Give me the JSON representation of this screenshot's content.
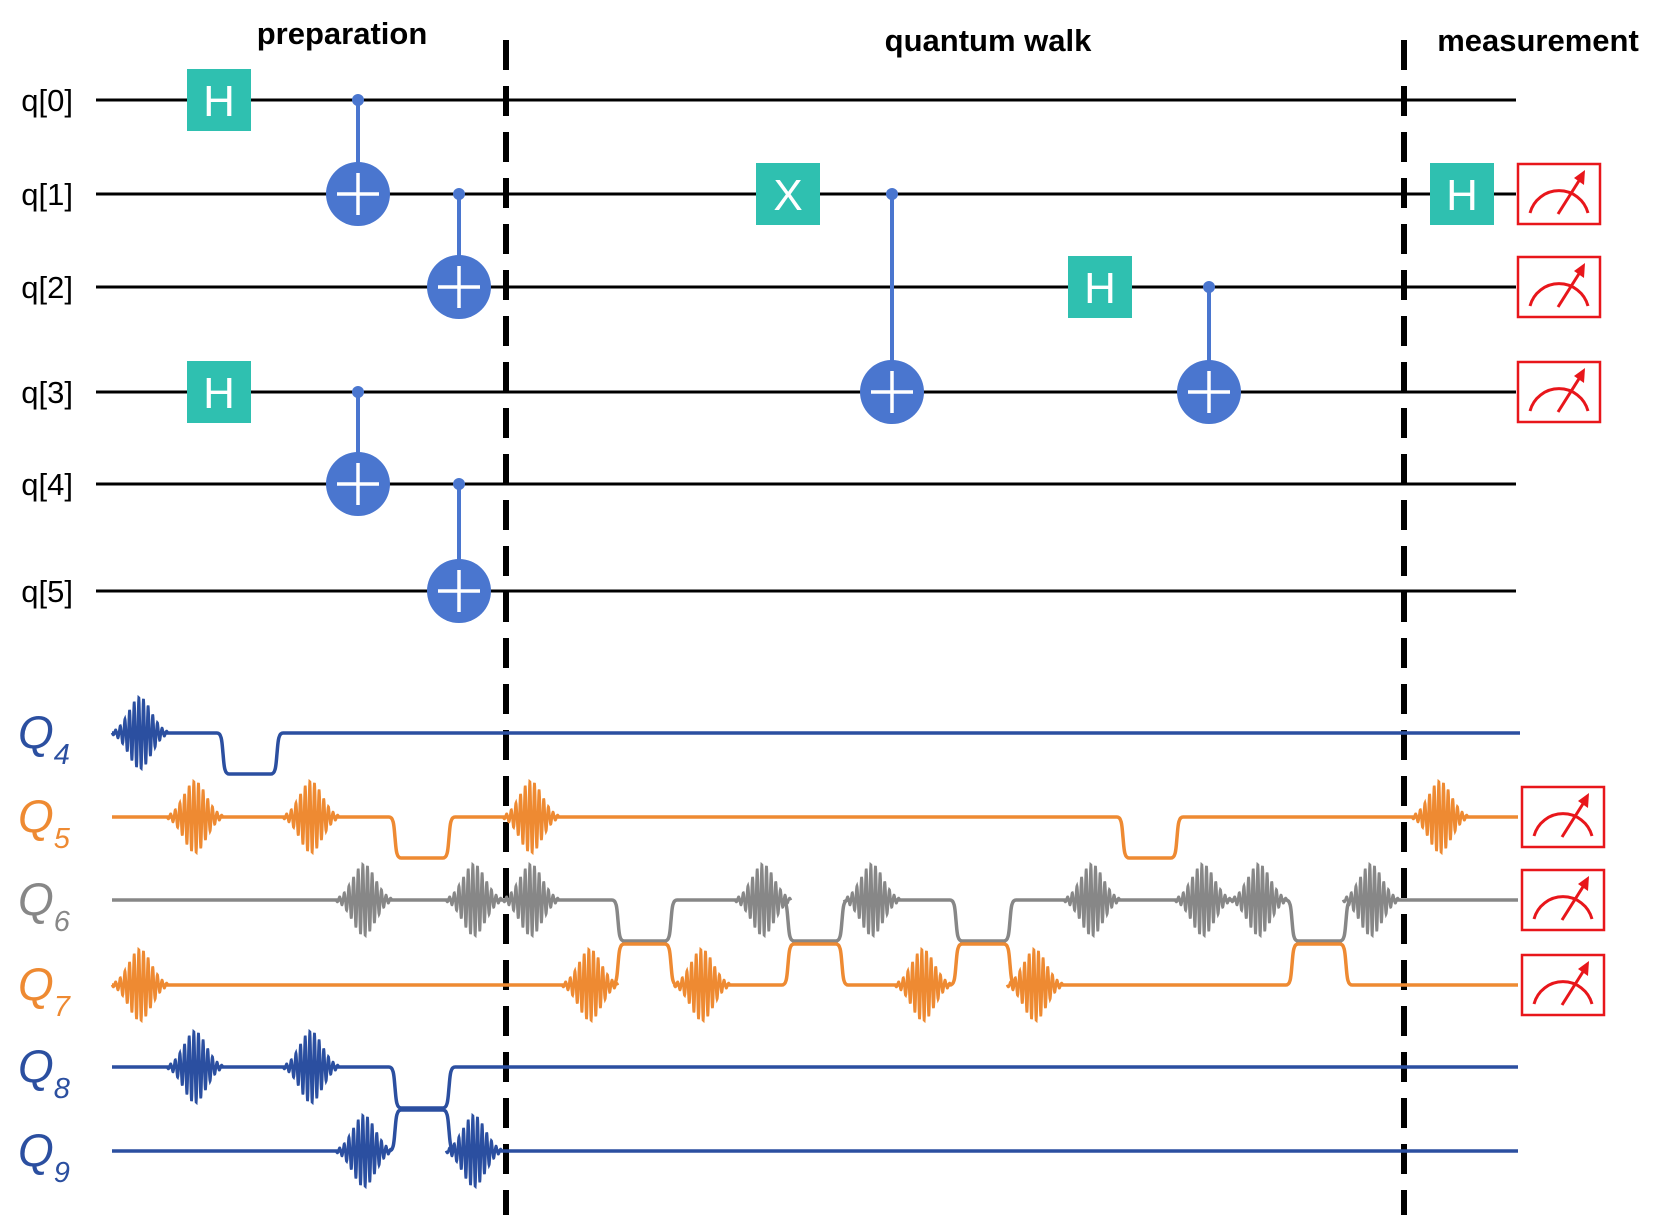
{
  "sections": [
    {
      "id": "preparation",
      "label": "preparation"
    },
    {
      "id": "quantum-walk",
      "label": "quantum walk"
    },
    {
      "id": "measurement",
      "label": "measurement"
    }
  ],
  "logical_qubits": [
    "q[0]",
    "q[1]",
    "q[2]",
    "q[3]",
    "q[4]",
    "q[5]"
  ],
  "physical_qubits": [
    {
      "label": "Q",
      "sub": "4",
      "color": "#2b4fa0"
    },
    {
      "label": "Q",
      "sub": "5",
      "color": "#ee8a32"
    },
    {
      "label": "Q",
      "sub": "6",
      "color": "#878787"
    },
    {
      "label": "Q",
      "sub": "7",
      "color": "#ee8a32"
    },
    {
      "label": "Q",
      "sub": "8",
      "color": "#2b4fa0"
    },
    {
      "label": "Q",
      "sub": "9",
      "color": "#2b4fa0"
    }
  ],
  "gates": {
    "hadamard": "H",
    "pauli_x": "X"
  },
  "colors": {
    "gate_fill": "#2fc0b0",
    "cnot_fill": "#4a76cf",
    "measure_stroke": "#e8161b",
    "wire": "#000000",
    "divider": "#000000"
  }
}
